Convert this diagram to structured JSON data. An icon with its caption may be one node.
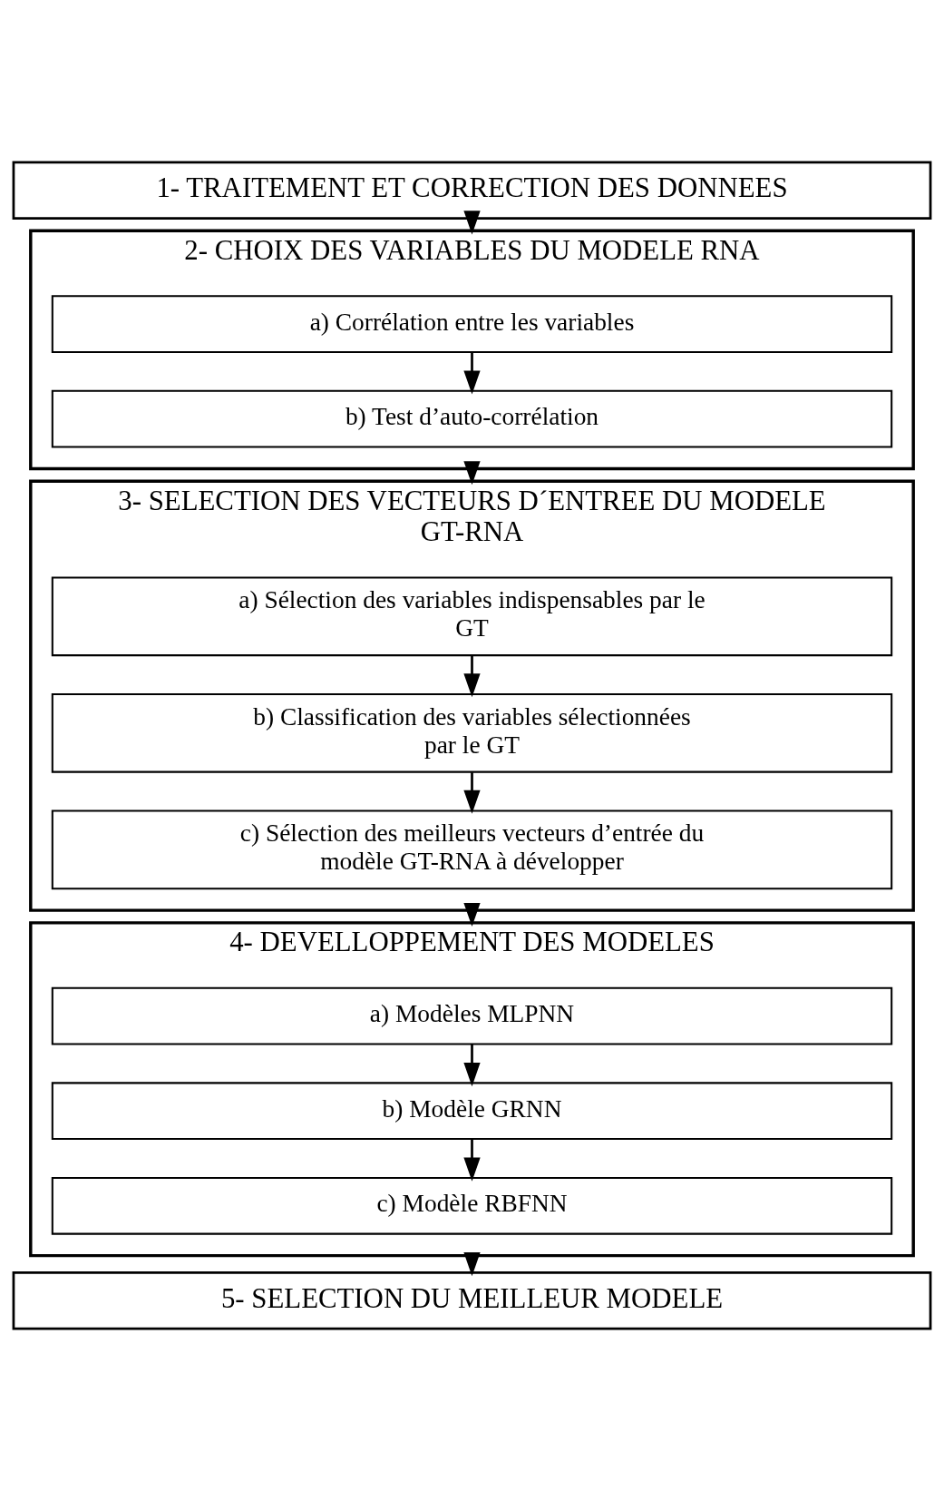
{
  "diagram": {
    "nodes": [
      {
        "text": [
          "1- TRAITEMENT ET CORRECTION DES DONNEES"
        ]
      },
      {
        "text": [
          "2- CHOIX DES VARIABLES DU MODELE RNA"
        ]
      },
      {
        "text": [
          "a) Corrélation entre les variables"
        ],
        "in": 1
      },
      {
        "text": [
          "b) Test d’auto-corrélation"
        ],
        "in": 1
      },
      {
        "text": [
          "3- SELECTION DES VECTEURS D´ENTREE DU MODELE GT-RNA"
        ]
      },
      {
        "text": [
          "a) Sélection des variables indispensables par le GT"
        ],
        "in": 4
      },
      {
        "text": [
          "b) Classification des variables sélectionnées par le GT"
        ],
        "in": 4
      },
      {
        "text": [
          "c) Sélection des meilleurs vecteurs d’entrée du modèle GT-RNA à développer"
        ],
        "in": 4
      },
      {
        "text": [
          "4- DEVELLOPPEMENT DES MODELES"
        ]
      },
      {
        "text": [
          "a) Modèles MLPNN"
        ],
        "in": 8
      },
      {
        "text": [
          "b) Modèle GRNN"
        ],
        "in": 8
      },
      {
        "text": [
          "c) Modèle RBFNN"
        ],
        "in": 8
      },
      {
        "text": [
          "5- SELECTION DU MEILLEUR MODELE"
        ]
      }
    ],
    "edges": [
      {
        "from": 0,
        "to": 1,
        "arrow": "to"
      },
      {
        "from": 2,
        "to": 3,
        "arrow": "to"
      },
      {
        "from": 1,
        "to": 4,
        "arrow": "to"
      },
      {
        "from": 5,
        "to": 6,
        "arrow": "to"
      },
      {
        "from": 6,
        "to": 7,
        "arrow": "to"
      },
      {
        "from": 4,
        "to": 8,
        "arrow": "to"
      },
      {
        "from": 9,
        "to": 10,
        "arrow": "to"
      },
      {
        "from": 10,
        "to": 11,
        "arrow": "to"
      },
      {
        "from": 8,
        "to": 12,
        "arrow": "to"
      }
    ]
  }
}
